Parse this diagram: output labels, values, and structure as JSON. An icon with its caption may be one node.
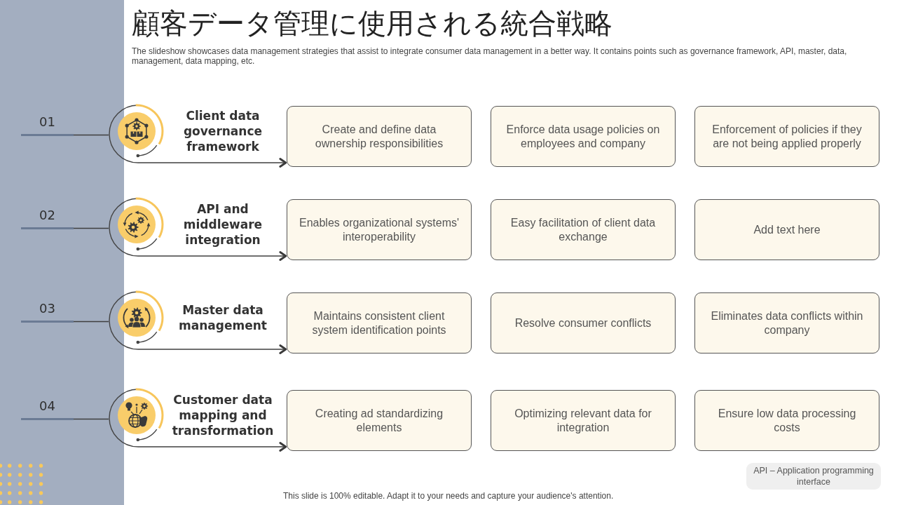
{
  "diagram": {
    "title": "顧客データ管理に使用される統合戦略",
    "nodes": [
      {
        "text": [
          "01"
        ]
      },
      {
        "text": [
          "Client data governance framework"
        ]
      },
      {
        "text": [
          "Create and define data ownership responsibilities"
        ]
      },
      {
        "text": [
          "Enforce data usage policies on employees and company"
        ]
      },
      {
        "text": [
          "Enforcement of policies if they are not being applied properly"
        ]
      },
      {
        "text": [
          "02"
        ]
      },
      {
        "text": [
          "API and middleware integration"
        ]
      },
      {
        "text": [
          "Enables organizational systems' interoperability"
        ]
      },
      {
        "text": [
          "Easy facilitation of client data exchange"
        ]
      },
      {
        "text": [
          "Add text here"
        ]
      },
      {
        "text": [
          "03"
        ]
      },
      {
        "text": [
          "Master data management"
        ]
      },
      {
        "text": [
          "Maintains consistent client system identification points"
        ]
      },
      {
        "text": [
          "Resolve consumer conflicts"
        ]
      },
      {
        "text": [
          "Eliminates data conflicts within company"
        ]
      },
      {
        "text": [
          "04"
        ]
      },
      {
        "text": [
          "Customer data mapping and transformation"
        ]
      },
      {
        "text": [
          "Creating ad standardizing elements"
        ]
      },
      {
        "text": [
          "Optimizing relevant data for integration"
        ]
      },
      {
        "text": [
          "Ensure low data processing costs"
        ]
      },
      {
        "text": [
          "API – Application programming interface"
        ]
      }
    ],
    "edges": [
      {
        "from": 0,
        "to": 1,
        "arrow": "none"
      },
      {
        "from": 1,
        "to": 2,
        "arrow": "to"
      },
      {
        "from": 5,
        "to": 6,
        "arrow": "none"
      },
      {
        "from": 6,
        "to": 7,
        "arrow": "to"
      },
      {
        "from": 10,
        "to": 11,
        "arrow": "none"
      },
      {
        "from": 11,
        "to": 12,
        "arrow": "to"
      },
      {
        "from": 15,
        "to": 16,
        "arrow": "none"
      },
      {
        "from": 16,
        "to": 17,
        "arrow": "to"
      }
    ],
    "labels": [
      "The slideshow showcases data management strategies that assist to integrate consumer data management in a better way. It contains points such as governance framework, API, master, data, management, data mapping, etc.",
      "This slide is 100% editable. Adapt it to your needs and capture your audience's attention."
    ]
  }
}
